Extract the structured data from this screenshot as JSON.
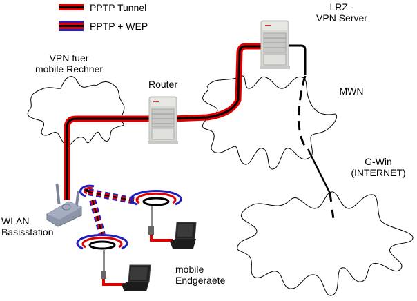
{
  "legend": {
    "items": [
      {
        "label": "PPTP Tunnel",
        "colors": {
          "outer": "#e00000",
          "inner": "#000000"
        }
      },
      {
        "label": "PPTP + WEP",
        "colors": {
          "outer": "#2020c0",
          "middle": "#e00000",
          "inner": "#000000"
        }
      }
    ]
  },
  "labels": {
    "vpn_server": [
      "LRZ -",
      "VPN Server"
    ],
    "router": "Router",
    "vpn_cloud": [
      "VPN fuer",
      "mobile Rechner"
    ],
    "mwn": "MWN",
    "gwin": [
      "G-Win",
      "(INTERNET)"
    ],
    "wlan": [
      "WLAN",
      "Basisstation"
    ],
    "mobile": [
      "mobile",
      "Endgeraete"
    ]
  },
  "colors": {
    "tunnel_red": "#e00000",
    "wep_blue": "#2020c0",
    "line_black": "#000000",
    "server_gray": "#d8d8d4",
    "ap_gray": "#8c96a8"
  }
}
